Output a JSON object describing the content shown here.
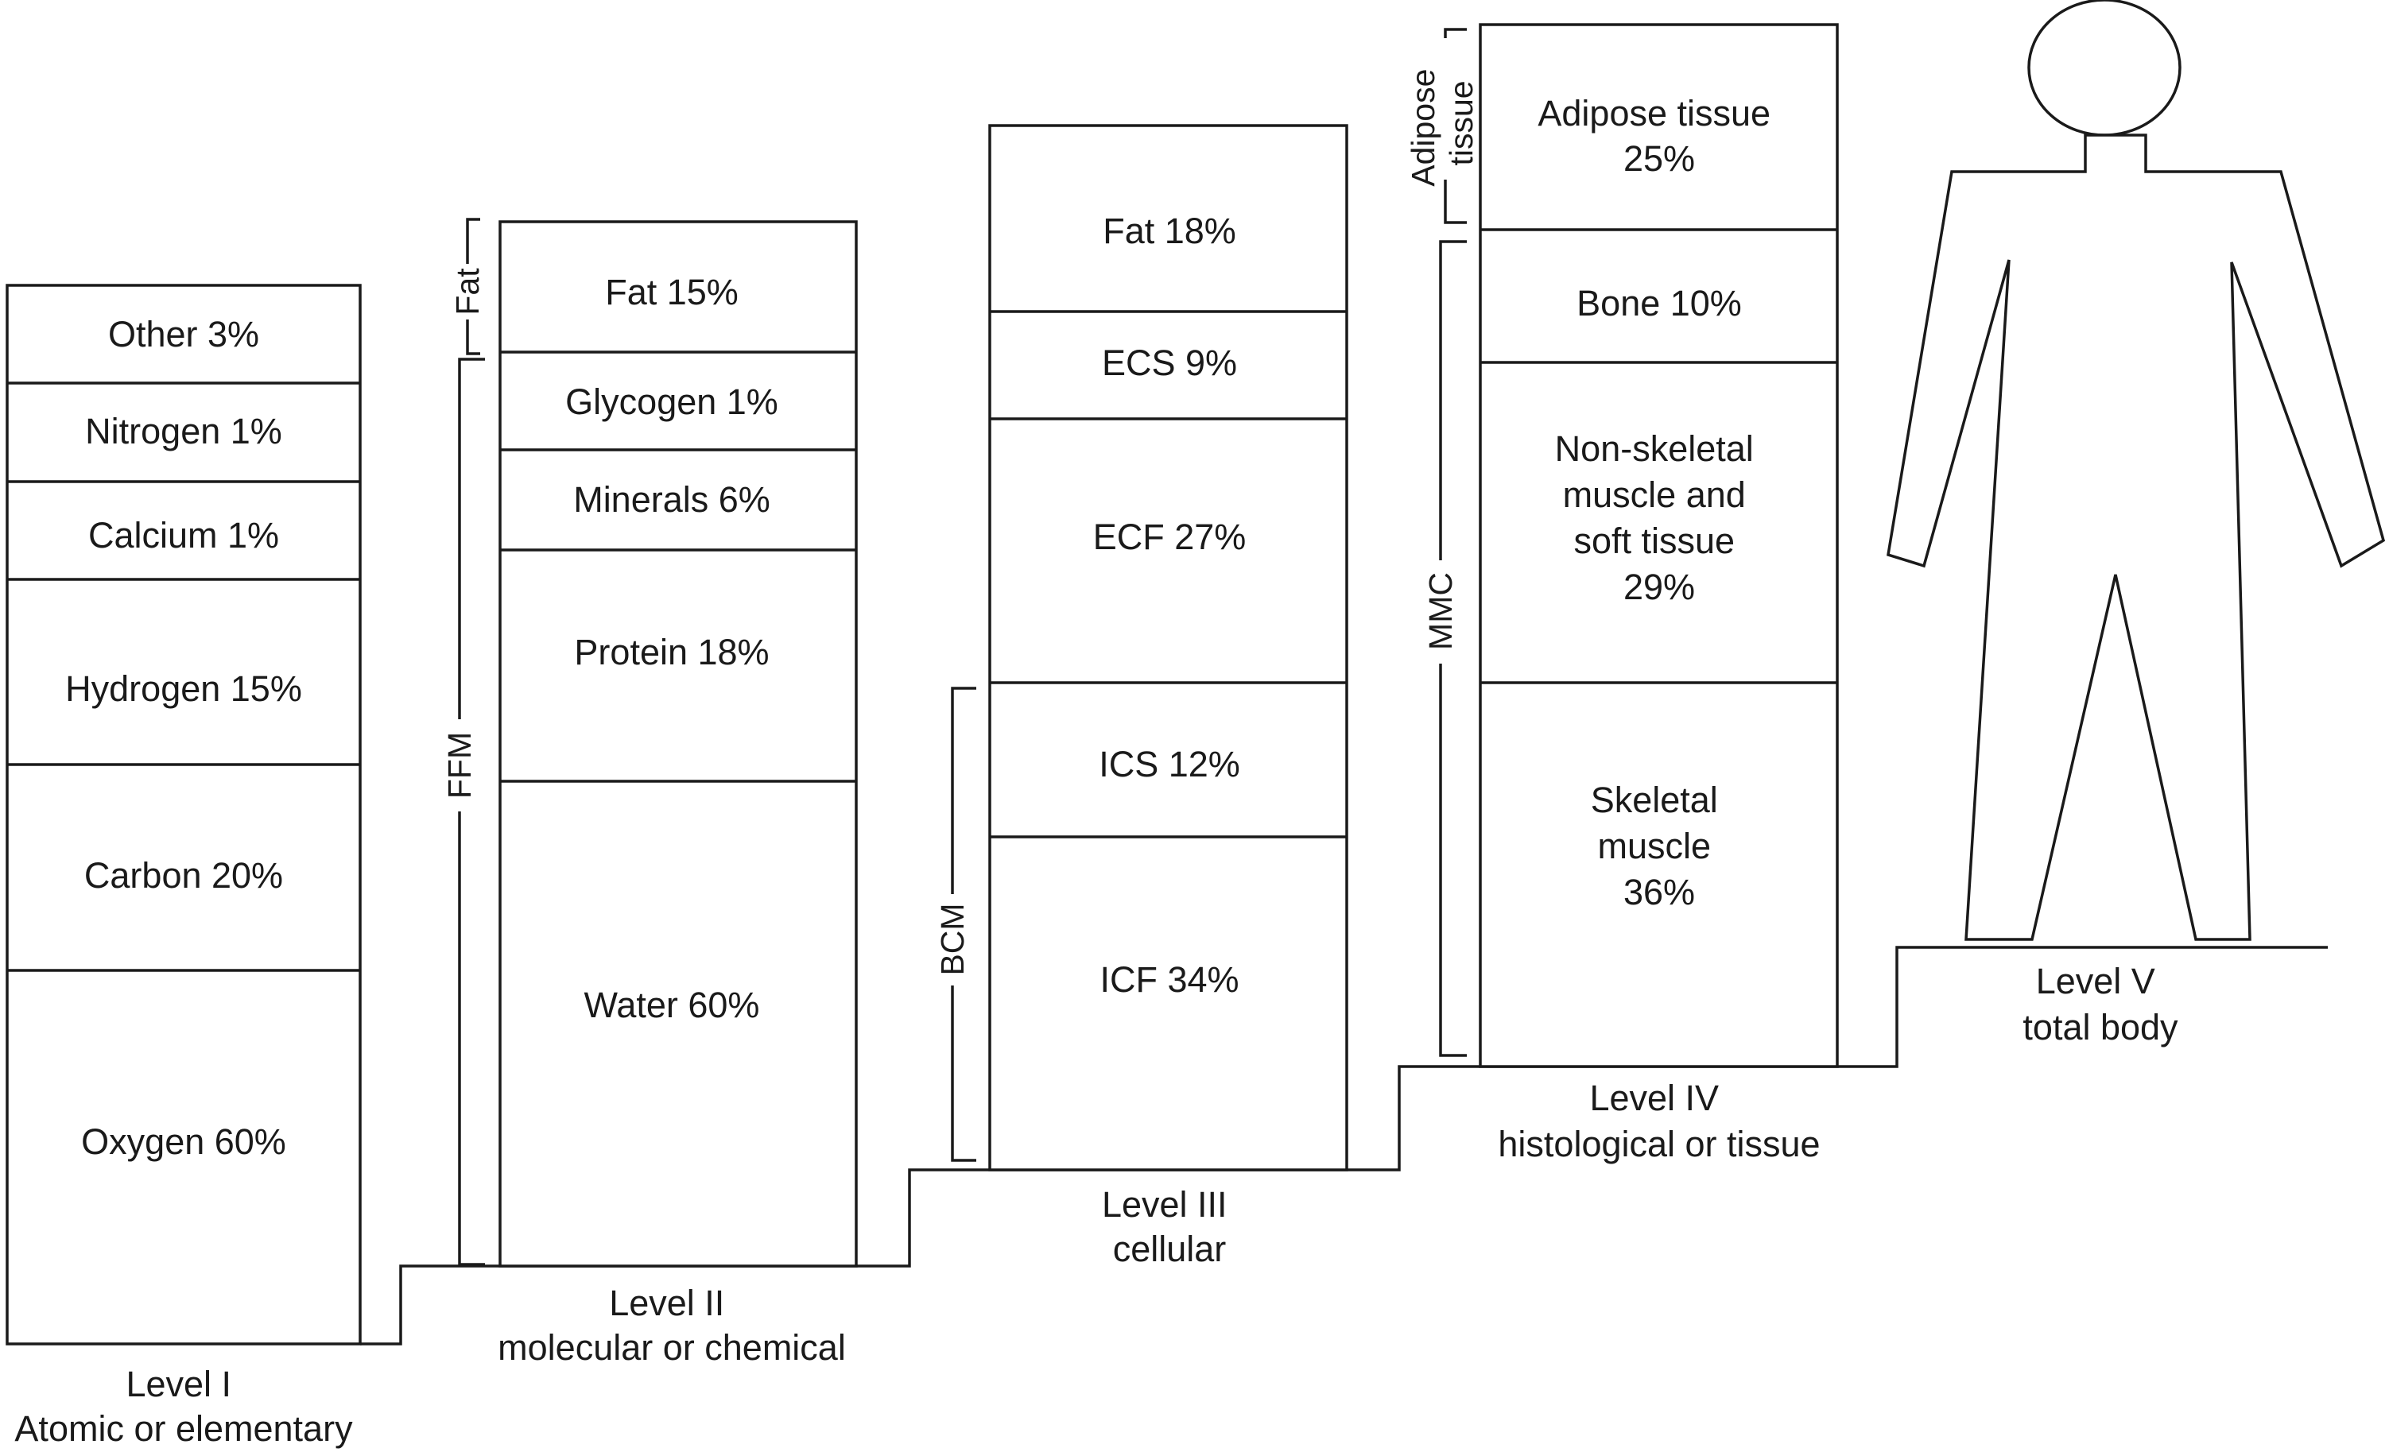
{
  "levels": [
    {
      "id": "level1",
      "caption": [
        "Level I",
        "Atomic or elementary"
      ],
      "segments": [
        {
          "label": [
            "Other 3%"
          ]
        },
        {
          "label": [
            "Nitrogen 1%"
          ]
        },
        {
          "label": [
            "Calcium 1%"
          ]
        },
        {
          "label": [
            "Hydrogen 15%"
          ]
        },
        {
          "label": [
            "Carbon 20%"
          ]
        },
        {
          "label": [
            "Oxygen 60%"
          ]
        }
      ]
    },
    {
      "id": "level2",
      "caption": [
        "Level II",
        "molecular or chemical"
      ],
      "segments": [
        {
          "label": [
            "Fat 15%"
          ]
        },
        {
          "label": [
            "Glycogen 1%"
          ]
        },
        {
          "label": [
            "Minerals 6%"
          ]
        },
        {
          "label": [
            "Protein 18%"
          ]
        },
        {
          "label": [
            "Water 60%"
          ]
        }
      ],
      "brackets": [
        {
          "label": [
            "Fat"
          ]
        },
        {
          "label": [
            "FFM"
          ]
        }
      ]
    },
    {
      "id": "level3",
      "caption": [
        "Level III",
        "cellular"
      ],
      "segments": [
        {
          "label": [
            "Fat 18%"
          ]
        },
        {
          "label": [
            "ECS 9%"
          ]
        },
        {
          "label": [
            "ECF 27%"
          ]
        },
        {
          "label": [
            "ICS 12%"
          ]
        },
        {
          "label": [
            "ICF 34%"
          ]
        }
      ],
      "brackets": [
        {
          "label": [
            "BCM"
          ]
        }
      ]
    },
    {
      "id": "level4",
      "caption": [
        "Level IV",
        "histological or tissue"
      ],
      "segments": [
        {
          "label": [
            "Adipose tissue",
            "25%"
          ]
        },
        {
          "label": [
            "Bone 10%"
          ]
        },
        {
          "label": [
            "Non-skeletal",
            "muscle and",
            "soft tissue",
            "29%"
          ]
        },
        {
          "label": [
            "Skeletal",
            "muscle",
            "36%"
          ]
        }
      ],
      "brackets": [
        {
          "label": [
            "Adipose",
            "tissue"
          ]
        },
        {
          "label": [
            "MMC"
          ]
        }
      ]
    },
    {
      "id": "level5",
      "caption": [
        "Level V",
        "total body"
      ],
      "figure_icon": "human-body-outline-icon"
    }
  ]
}
